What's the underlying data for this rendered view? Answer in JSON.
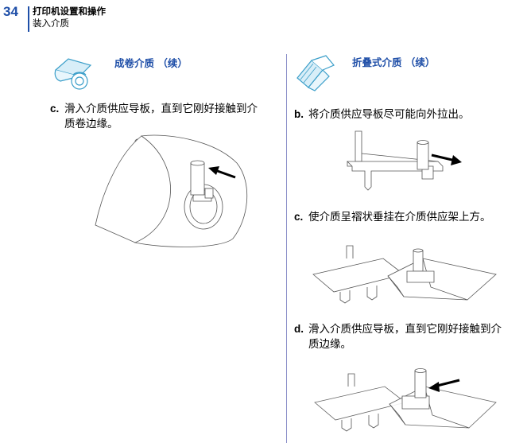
{
  "header": {
    "page_number": "34",
    "chapter": "打印机设置和操作",
    "section": "装入介质"
  },
  "left": {
    "title": "成卷介质 （续）",
    "step_c_letter": "c.",
    "step_c_line1": "滑入介质供应导板，直到它刚好接触到介",
    "step_c_line2": "质卷边缘。"
  },
  "right": {
    "title": "折叠式介质 （续）",
    "step_b_letter": "b.",
    "step_b_text": "将介质供应导板尽可能向外拉出。",
    "step_c_letter": "c.",
    "step_c_text": "使介质呈褶状垂挂在介质供应架上方。",
    "step_d_letter": "d.",
    "step_d_line1": "滑入介质供应导板，直到它刚好接触到介",
    "step_d_line2": "质边缘。"
  },
  "colors": {
    "accent": "#1f4fa8",
    "icon": "#3a9ec9",
    "divider": "#8a8fc9"
  }
}
